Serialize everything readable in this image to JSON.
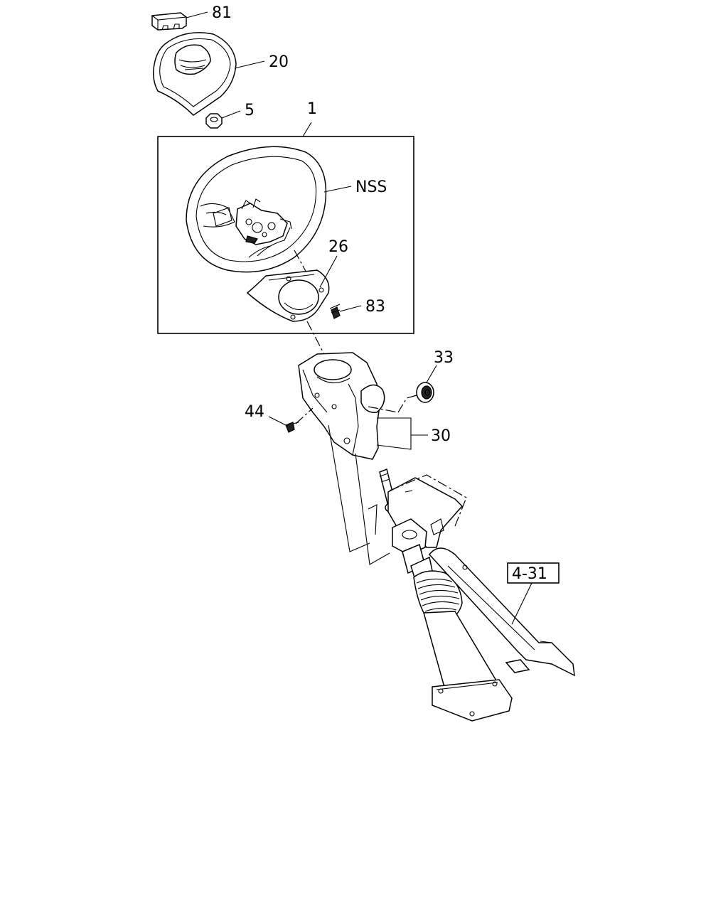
{
  "callouts": {
    "c81": "81",
    "c20": "20",
    "c5": "5",
    "c1": "1",
    "cNSS": "NSS",
    "c26": "26",
    "c83": "83",
    "c33": "33",
    "c44": "44",
    "c30": "30",
    "cRef": "4-31"
  },
  "colors": {
    "line": "#000000",
    "background": "#ffffff"
  }
}
